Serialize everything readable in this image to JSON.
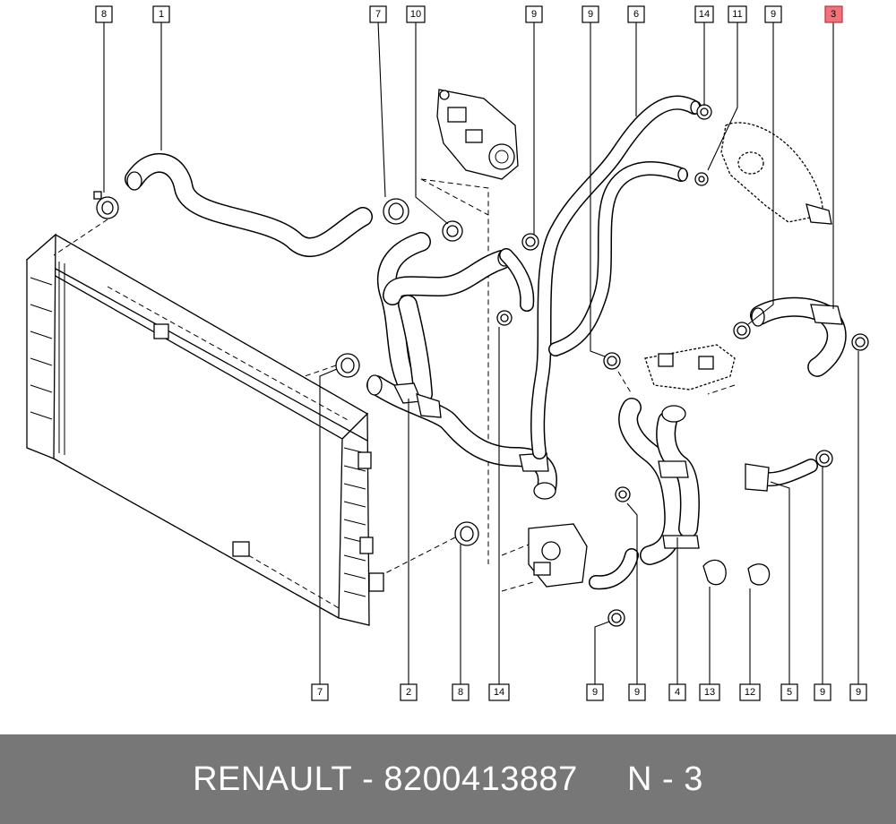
{
  "diagram": {
    "callouts_top": [
      {
        "num": "8",
        "highlight": false
      },
      {
        "num": "1",
        "highlight": false
      },
      {
        "num": "7",
        "highlight": false
      },
      {
        "num": "10",
        "highlight": false
      },
      {
        "num": "9",
        "highlight": false
      },
      {
        "num": "9",
        "highlight": false
      },
      {
        "num": "6",
        "highlight": false
      },
      {
        "num": "14",
        "highlight": false
      },
      {
        "num": "11",
        "highlight": false
      },
      {
        "num": "9",
        "highlight": false
      },
      {
        "num": "3",
        "highlight": true
      }
    ],
    "callouts_bottom": [
      {
        "num": "7"
      },
      {
        "num": "2"
      },
      {
        "num": "8"
      },
      {
        "num": "14"
      },
      {
        "num": "9"
      },
      {
        "num": "9"
      },
      {
        "num": "4"
      },
      {
        "num": "13"
      },
      {
        "num": "12"
      },
      {
        "num": "5"
      },
      {
        "num": "9"
      },
      {
        "num": "9"
      }
    ],
    "highlight_color": "#f0727a"
  },
  "footer": {
    "brand": "RENAULT",
    "separator": " - ",
    "part_number": "8200413887",
    "gap": "     ",
    "page_label": "N - 3",
    "background": "#777777"
  }
}
